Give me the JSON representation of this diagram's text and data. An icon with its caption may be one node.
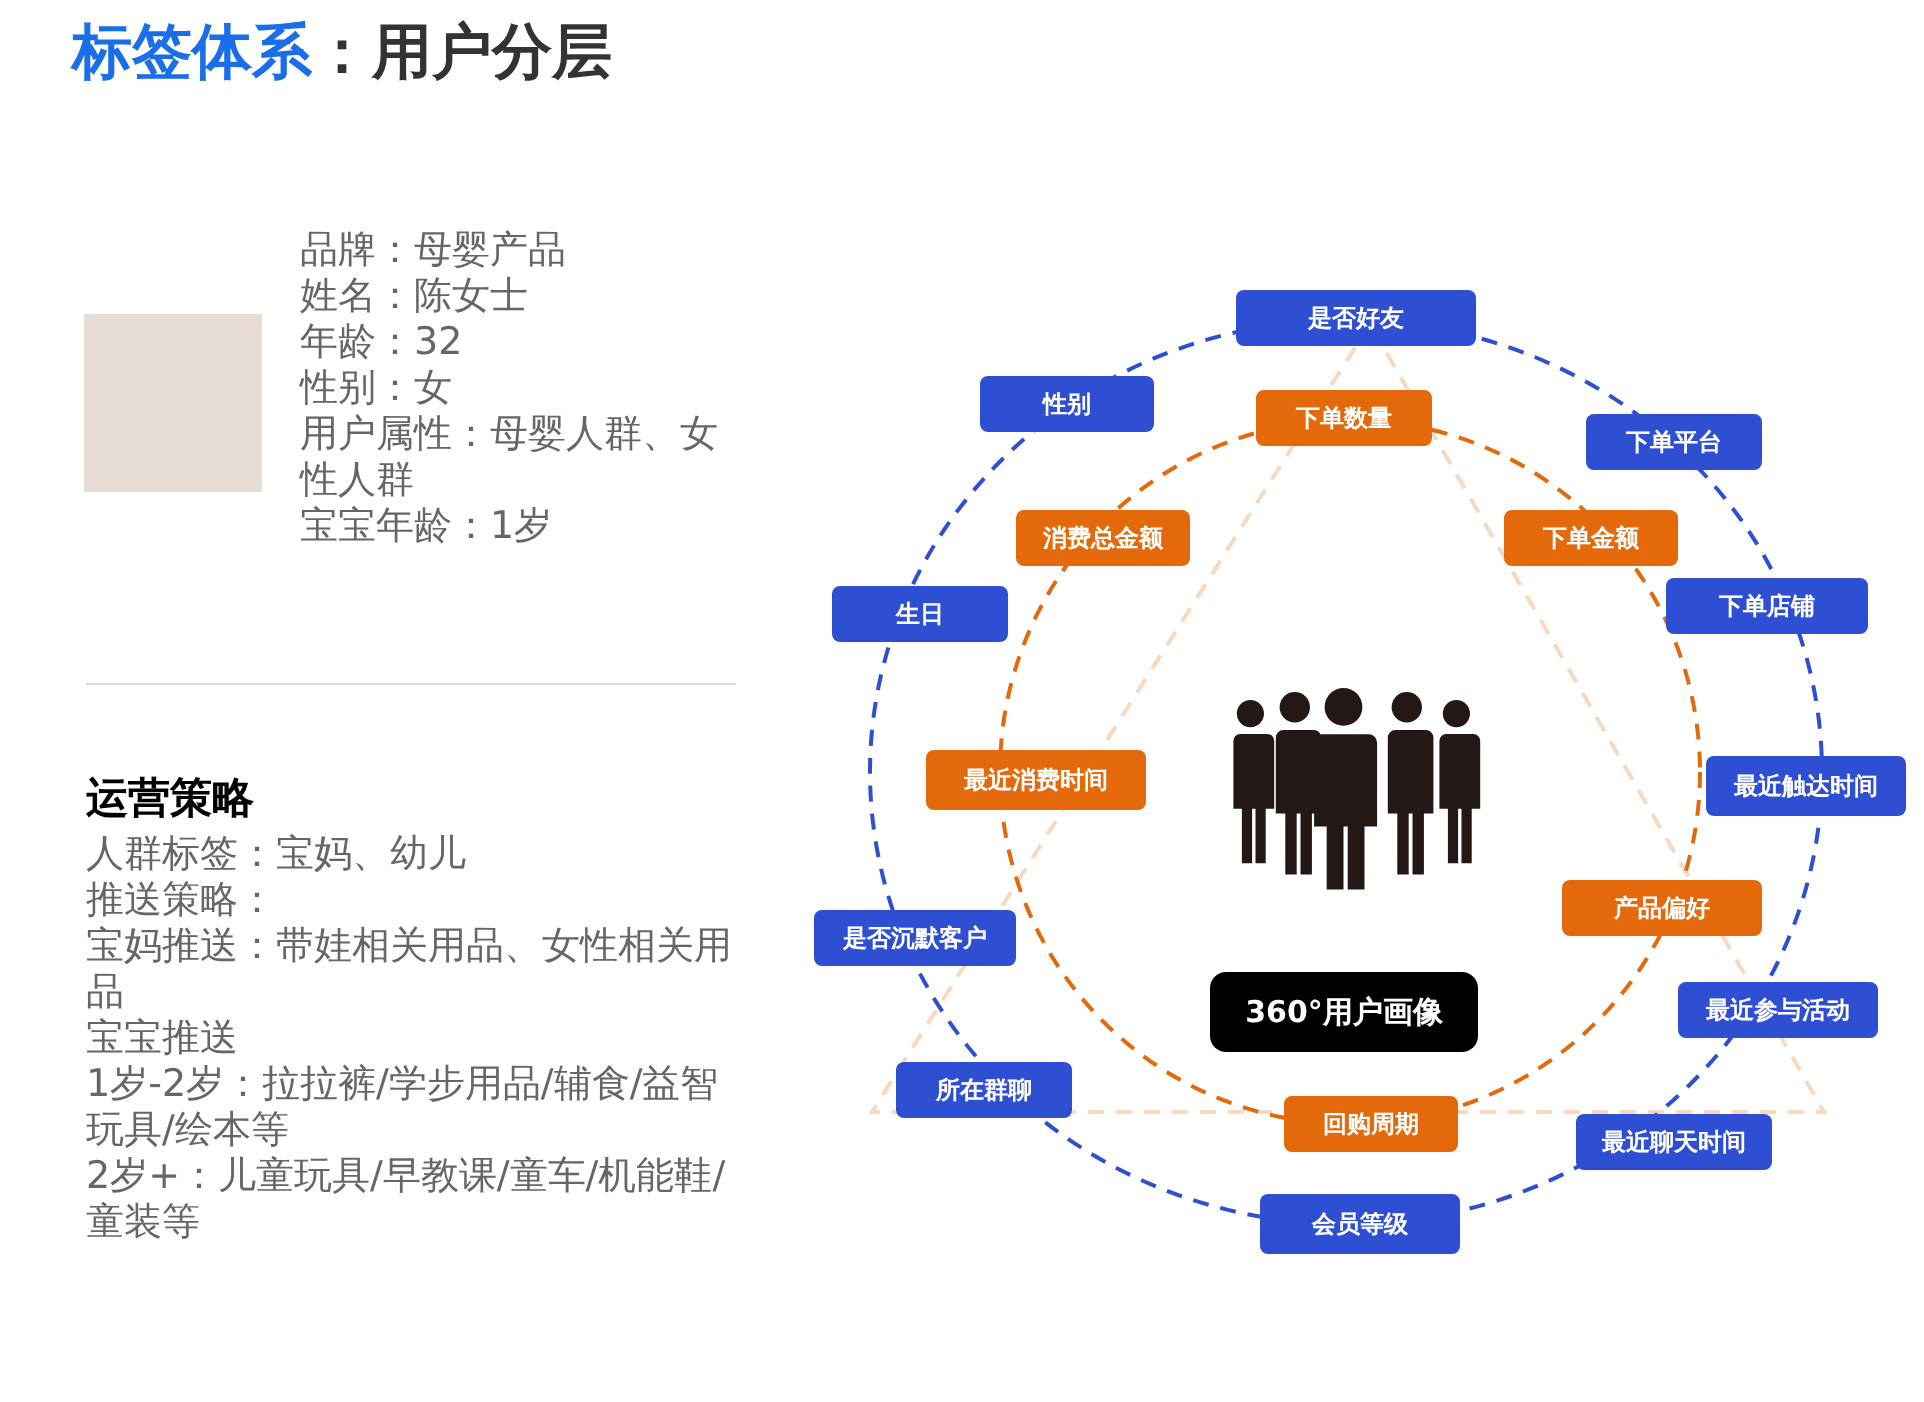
{
  "diagram": {
    "title": "标签体系：用户分层",
    "nodes": [
      {
        "text": [
          "是否好友"
        ]
      },
      {
        "text": [
          "性别"
        ]
      },
      {
        "text": [
          "下单数量"
        ]
      },
      {
        "text": [
          "下单平台"
        ]
      },
      {
        "text": [
          "消费总金额"
        ]
      },
      {
        "text": [
          "下单金额"
        ]
      },
      {
        "text": [
          "下单店铺"
        ]
      },
      {
        "text": [
          "生日"
        ]
      },
      {
        "text": [
          "最近消费时间"
        ]
      },
      {
        "text": [
          "最近触达时间"
        ]
      },
      {
        "text": [
          "产品偏好"
        ]
      },
      {
        "text": [
          "是否沉默客户"
        ]
      },
      {
        "text": [
          "360°用户画像"
        ]
      },
      {
        "text": [
          "最近参与活动"
        ]
      },
      {
        "text": [
          "所在群聊"
        ]
      },
      {
        "text": [
          "回购周期"
        ]
      },
      {
        "text": [
          "最近聊天时间"
        ]
      },
      {
        "text": [
          "会员等级"
        ]
      }
    ],
    "edges": [],
    "labels": [
      "品牌：母婴产品",
      "姓名：陈女士",
      "年龄：32",
      "性别：女",
      "用户属性：母婴人群、女性人群",
      "宝宝年龄：1岁",
      "运营策略",
      "人群标签：宝妈、幼儿",
      "推送策略：",
      "宝妈推送：带娃相关用品、女性相关用品",
      "宝宝推送",
      "1岁-2岁：拉拉裤/学步用品/辅食/益智玩具/绘本等",
      "2岁+：儿童玩具/早教课/童车/机能鞋/童装等"
    ]
  }
}
